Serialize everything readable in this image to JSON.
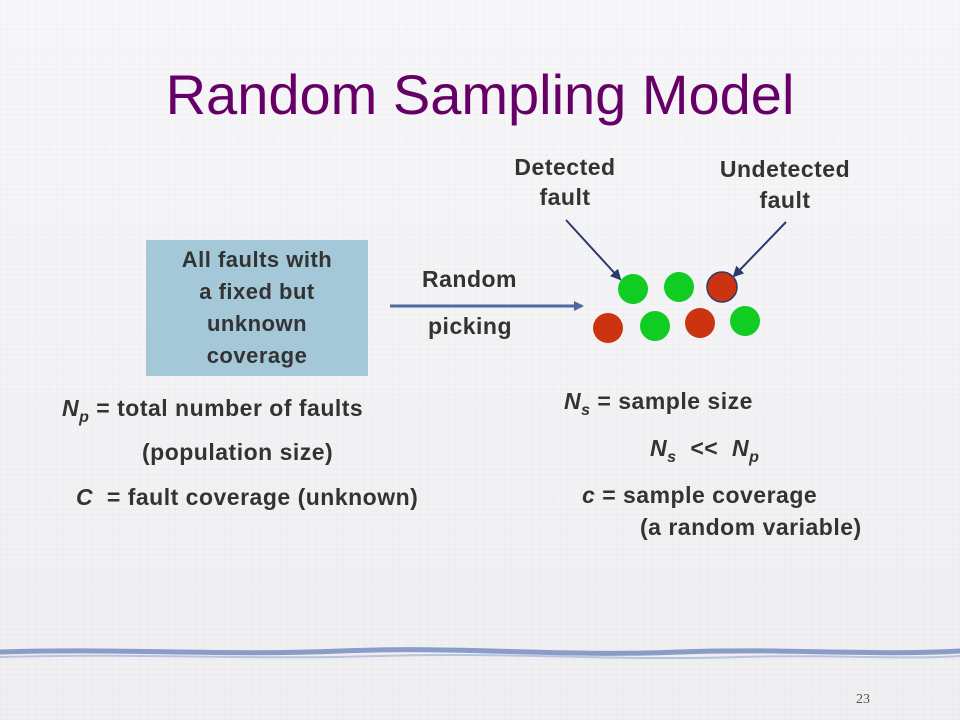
{
  "slide": {
    "title": "Random Sampling Model",
    "number": "23"
  },
  "population_box": {
    "line1": "All faults with",
    "line2": "a fixed but",
    "line3": "unknown",
    "line4": "coverage"
  },
  "arrow_label": {
    "line1": "Random",
    "line2": "picking"
  },
  "callouts": {
    "detected": {
      "line1": "Detected",
      "line2": "fault"
    },
    "undetected": {
      "line1": "Undetected",
      "line2": "fault"
    }
  },
  "left_text": {
    "np_symbol": "N",
    "np_sub": "p",
    "np_def": "= total number of faults",
    "np_paren": "(population size)",
    "c_symbol": "C",
    "c_def": "= fault coverage (unknown)"
  },
  "right_text": {
    "ns_symbol": "N",
    "ns_sub": "s",
    "ns_def": "= sample size",
    "rel_lhs": "N",
    "rel_lhs_sub": "s",
    "rel_op": "<<",
    "rel_rhs": "N",
    "rel_rhs_sub": "p",
    "c_symbol": "c",
    "c_def": "= sample coverage",
    "c_paren": "(a random variable)"
  },
  "colors": {
    "title": "#660066",
    "box_fill": "#a4c8d8",
    "detected": "#11cc22",
    "undetected": "#cc3311",
    "arrow": "#4a6aa0",
    "wave": "#8a9cc8"
  },
  "sample": {
    "detected_count": 4,
    "undetected_count": 3
  }
}
